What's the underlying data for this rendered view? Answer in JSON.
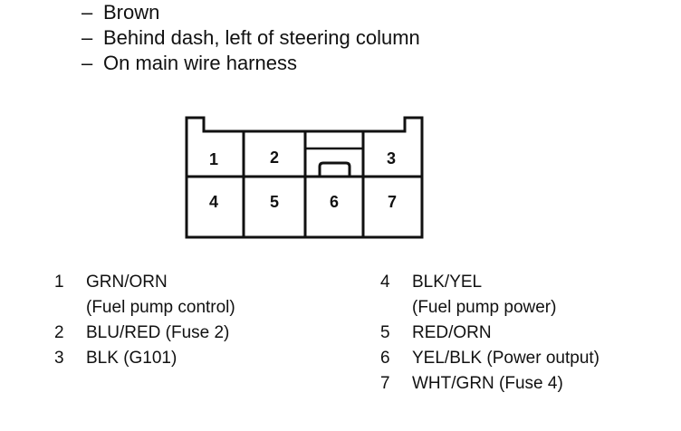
{
  "bullets": [
    "Brown",
    "Behind dash, left of steering column",
    "On main wire harness"
  ],
  "connector": {
    "cavities": [
      "1",
      "2",
      "3",
      "4",
      "5",
      "6",
      "7"
    ]
  },
  "pins": [
    {
      "num": "1",
      "line1": "GRN/ORN",
      "line2": "(Fuel pump control)"
    },
    {
      "num": "2",
      "line1": "BLU/RED (Fuse 2)"
    },
    {
      "num": "3",
      "line1": "BLK (G101)"
    },
    {
      "num": "4",
      "line1": "BLK/YEL",
      "line2": "(Fuel pump power)"
    },
    {
      "num": "5",
      "line1": "RED/ORN"
    },
    {
      "num": "6",
      "line1": "YEL/BLK (Power output)"
    },
    {
      "num": "7",
      "line1": "WHT/GRN (Fuse 4)"
    }
  ]
}
